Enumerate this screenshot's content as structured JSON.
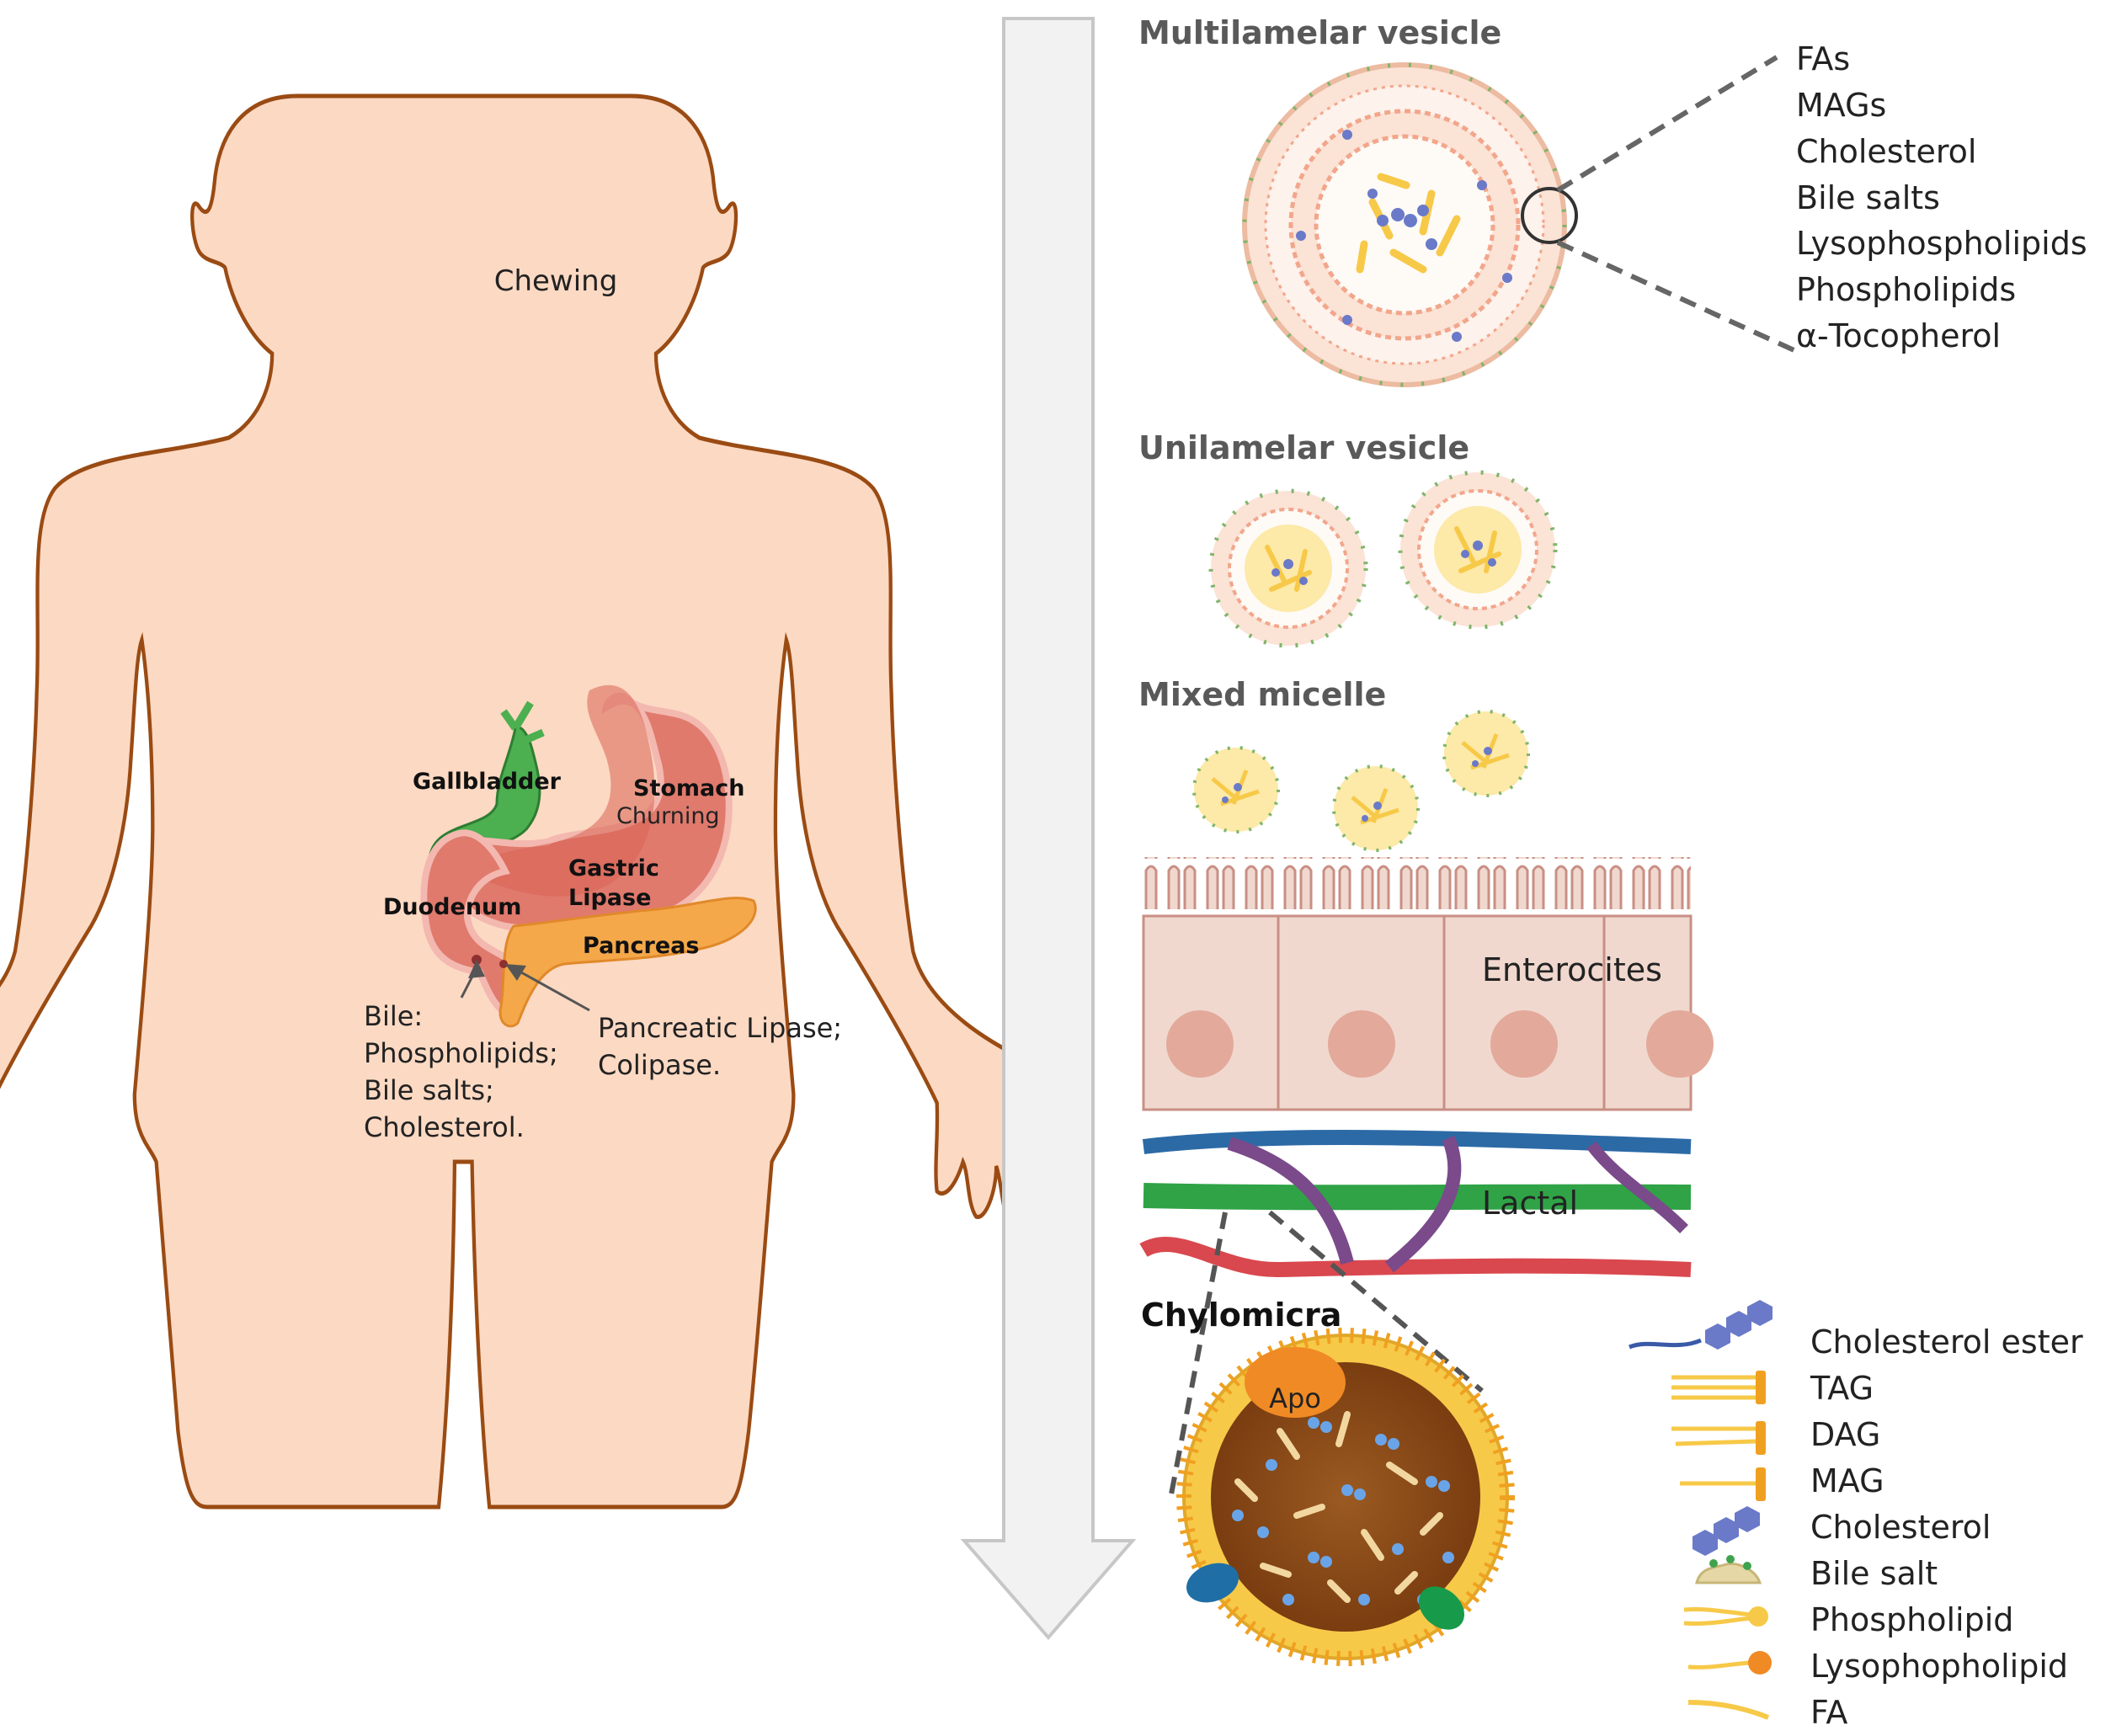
{
  "body": {
    "chewing": "Chewing",
    "gallbladder": "Gallbladder",
    "stomach": "Stomach",
    "churning": "Churning",
    "gastric_lipase_1": "Gastric",
    "gastric_lipase_2": "Lipase",
    "duodenum": "Duodenum",
    "pancreas": "Pancreas",
    "bile_lines": [
      "Bile:",
      "Phospholipids;",
      "Bile salts;",
      "Cholesterol."
    ],
    "pancreatic_lines": [
      "Pancreatic Lipase;",
      "Colipase."
    ]
  },
  "stages": {
    "multilamelar": "Multilamelar vesicle",
    "unilamelar": "Unilamelar vesicle",
    "mixed_micelle": "Mixed micelle",
    "enterocites": "Enterocites",
    "lactal": "Lactal",
    "chylomicra": "Chylomicra",
    "apo": "Apo"
  },
  "vesicle_components": [
    "FAs",
    "MAGs",
    "Cholesterol",
    "Bile salts",
    "Lysophospholipids",
    "Phospholipids",
    "α-Tocopherol"
  ],
  "legend": [
    "Cholesterol ester",
    "TAG",
    "DAG",
    "MAG",
    "Cholesterol",
    "Bile salt",
    "Phospholipid",
    "Lysophopholipid",
    "FA"
  ],
  "colors": {
    "skin": "#fcd9c3",
    "skin_outline": "#9a4b13",
    "stomach": "#e07a6d",
    "gallbladder": "#4caf50",
    "pancreas": "#f4a84a",
    "enterocyte": "#f0d8cf",
    "nucleus": "#e3a99a",
    "vein": "#2c6aa6",
    "artery": "#d9484e",
    "lymph": "#2fa346",
    "vesicle_outer": "#f2a68b",
    "lipid_yellow": "#f7c948",
    "cholesterol_blue": "#6a7ac8",
    "chylomicron_core": "#8b4513",
    "apo_orange": "#f08a24"
  }
}
